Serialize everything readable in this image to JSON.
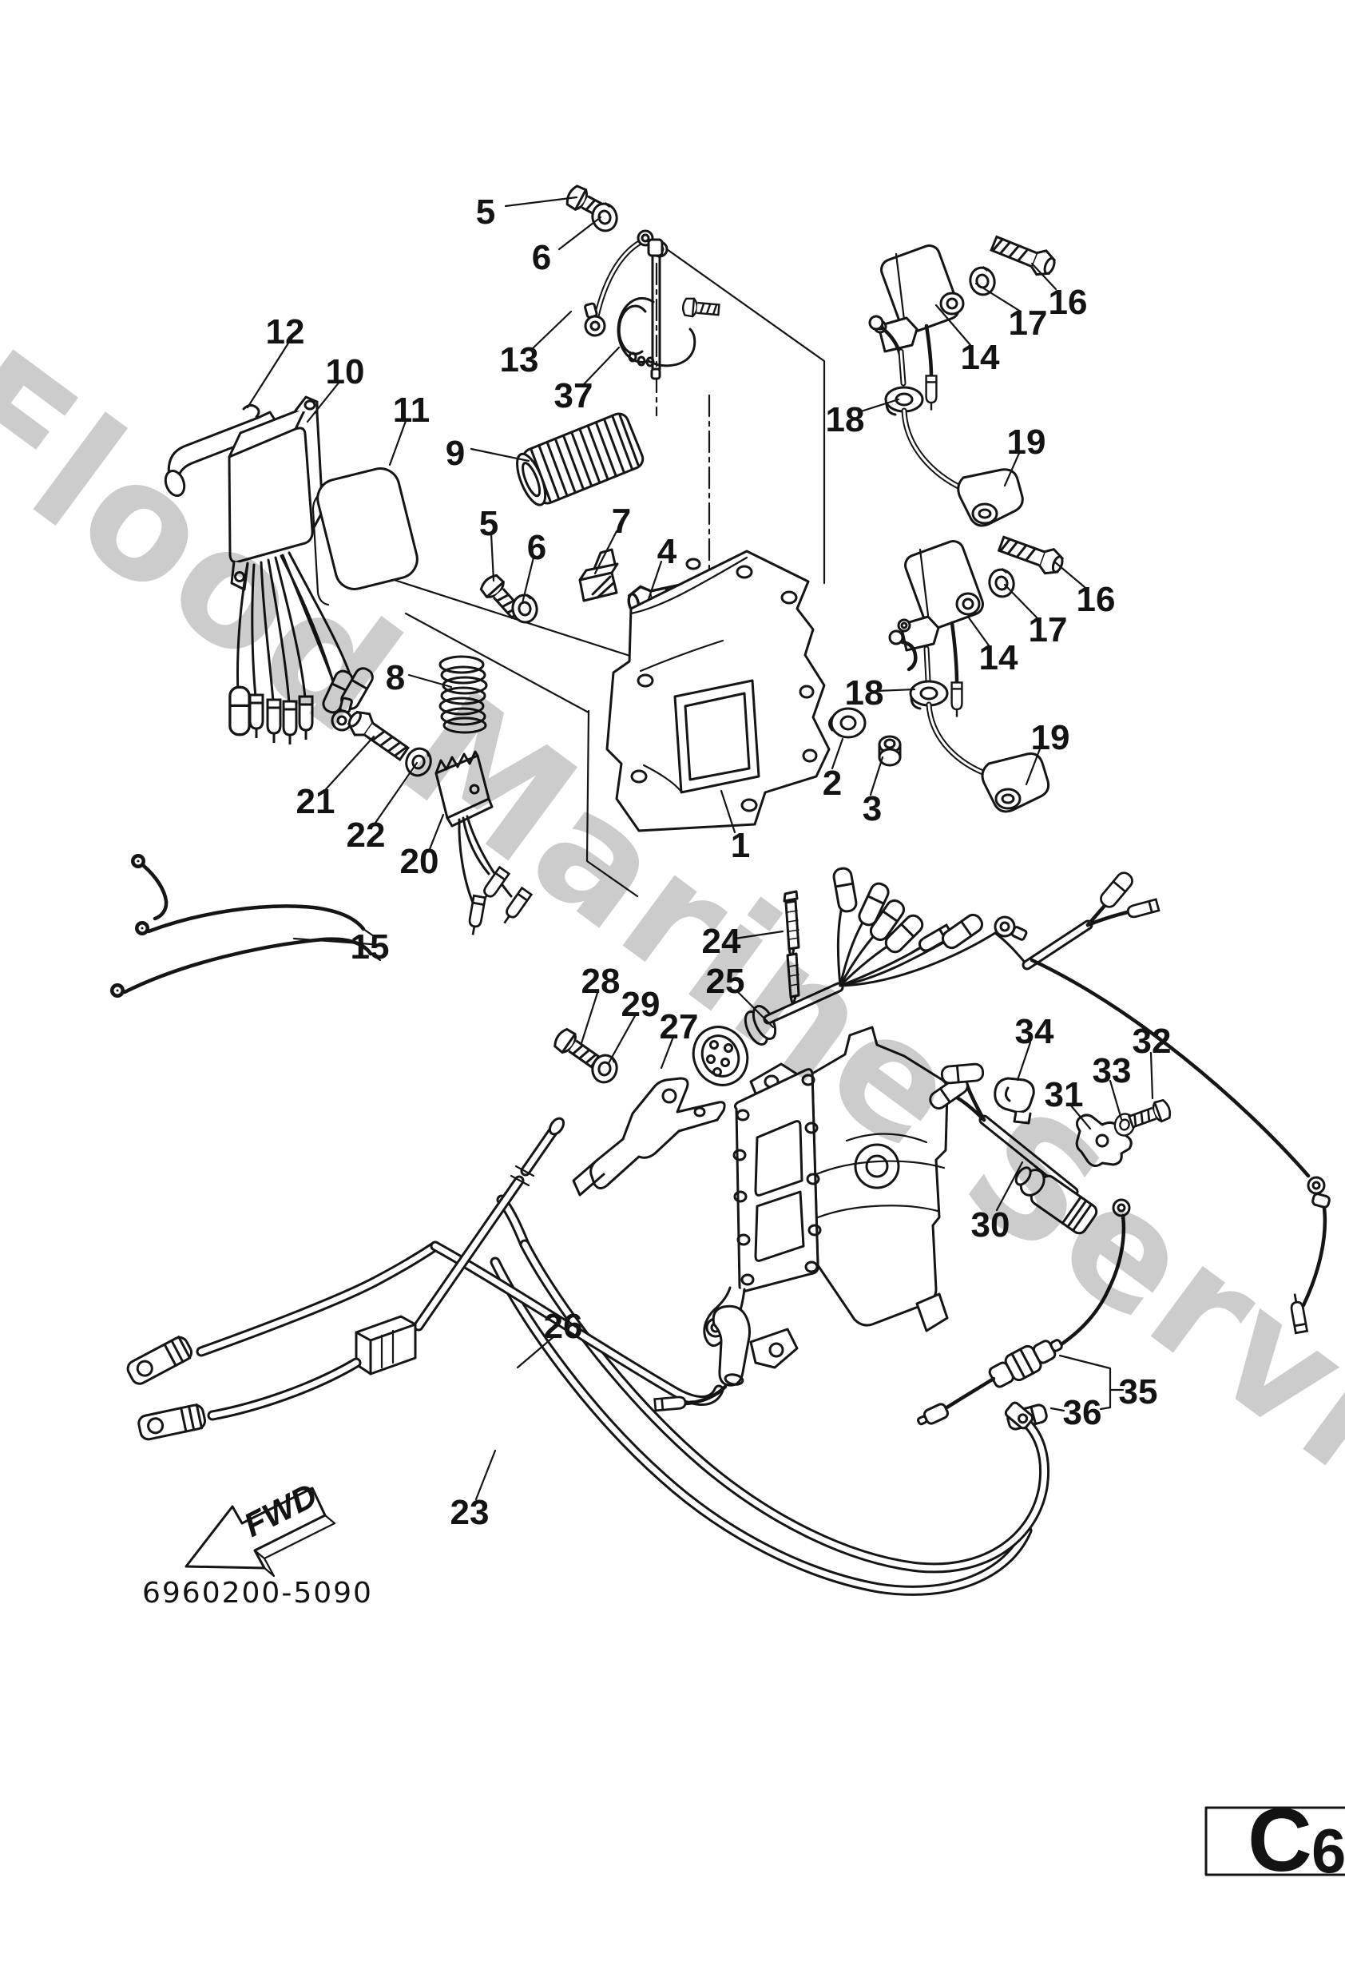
{
  "page": {
    "watermark": "Flood Marine Services",
    "drawing_number": "6960200-5090",
    "fwd_label": "FWD",
    "page_code_main": "C",
    "page_code_sub": "6",
    "background_color": "#ffffff",
    "line_color": "#151515",
    "watermark_color": "rgba(0,0,0,0.20)"
  },
  "callouts": {
    "n1": {
      "label": "1"
    },
    "n2": {
      "label": "2"
    },
    "n3": {
      "label": "3"
    },
    "n4": {
      "label": "4"
    },
    "n5": {
      "label": "5"
    },
    "n6": {
      "label": "6"
    },
    "n7": {
      "label": "7"
    },
    "n8": {
      "label": "8"
    },
    "n9": {
      "label": "9"
    },
    "n10": {
      "label": "10"
    },
    "n11": {
      "label": "11"
    },
    "n12": {
      "label": "12"
    },
    "n13": {
      "label": "13"
    },
    "n14": {
      "label": "14"
    },
    "n15": {
      "label": "15"
    },
    "n16": {
      "label": "16"
    },
    "n17": {
      "label": "17"
    },
    "n18": {
      "label": "18"
    },
    "n19": {
      "label": "19"
    },
    "n20": {
      "label": "20"
    },
    "n21": {
      "label": "21"
    },
    "n22": {
      "label": "22"
    },
    "n23": {
      "label": "23"
    },
    "n24": {
      "label": "24"
    },
    "n25": {
      "label": "25"
    },
    "n26": {
      "label": "26"
    },
    "n27": {
      "label": "27"
    },
    "n28": {
      "label": "28"
    },
    "n29": {
      "label": "29"
    },
    "n30": {
      "label": "30"
    },
    "n31": {
      "label": "31"
    },
    "n32": {
      "label": "32"
    },
    "n33": {
      "label": "33"
    },
    "n34": {
      "label": "34"
    },
    "n35": {
      "label": "35"
    },
    "n36": {
      "label": "36"
    },
    "n37": {
      "label": "37"
    }
  }
}
